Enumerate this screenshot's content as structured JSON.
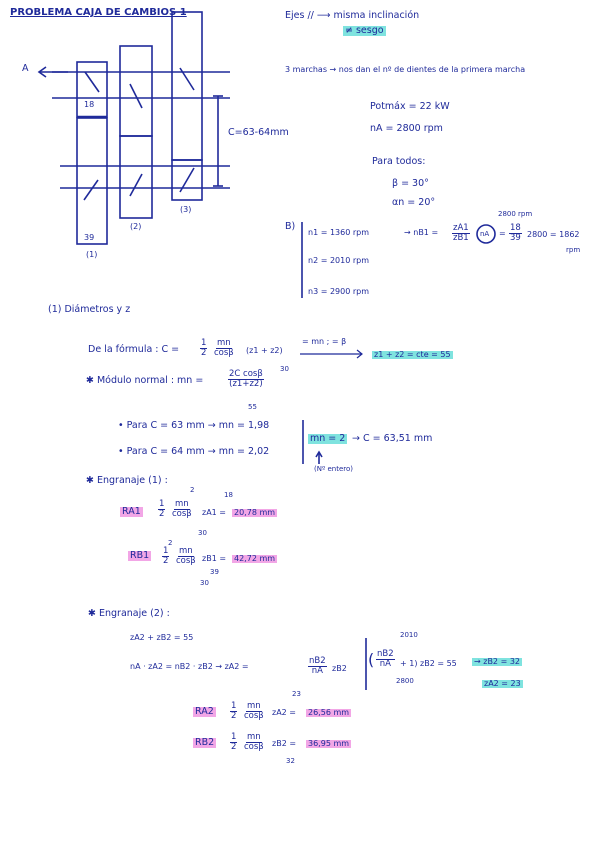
{
  "title": "PROBLEMA CAJA DE CAMBIOS 1",
  "diagram": {
    "arrow_label": "A",
    "teeth_label_top": "18",
    "teeth_label_bottom": "39",
    "gear_labels": [
      "(1)",
      "(2)",
      "(3)"
    ],
    "distance_label": "C=63-64mm"
  },
  "notes": {
    "ejes_line": "Ejes // ⟶ misma inclinación",
    "ejes_sub": "≠ sesgo",
    "marchas_line": "3 marchas → nos dan el nº de dientes de la primera marcha",
    "potmax": "Potmáx = 22 kW",
    "na": "nA = 2800 rpm",
    "paratodos": "Para todos:",
    "beta": "β = 30°",
    "alpha": "αn = 20°"
  },
  "section_b": {
    "label": "B)",
    "n1": "n1 = 1360 rpm",
    "n2": "n2 = 2010 rpm",
    "n3": "n3 = 2900 rpm",
    "above": "2800 rpm",
    "eq_prefix": "→ nB1 =",
    "z_num": "zA1",
    "z_den": "zB1",
    "na_circle": "nA",
    "eq_equals": "=",
    "f_num": "18",
    "f_den": "39",
    "eq_result": "2800 = 1862",
    "unit": "rpm"
  },
  "part1": {
    "heading": "(1) Diámetros y z",
    "formula_prefix": "De la fórmula :  C =",
    "half_num": "1",
    "half_den": "2",
    "mn_num": "mn",
    "cos_den": "cosβ",
    "formula_tail": "(z1 + z2)",
    "arrow_note": "= mn ; = β",
    "result_teal": "z1 + z2 = cte = 55",
    "modulo": "✱ Módulo normal :  mn =",
    "mod_num": "2C cosβ",
    "mod_den": "(z1+z2)",
    "mod_sup": "30",
    "mod_55": "55",
    "case1": "• Para C = 63 mm → mn = 1,98",
    "case2": "• Para C = 64 mm → mn = 2,02",
    "mn_box": "mn = 2",
    "mn_arrow": "→ C = 63,51 mm",
    "entero": "(Nº entero)"
  },
  "gear1": {
    "heading": "✱ Engranaje (1) :",
    "ra1_label": "RA1",
    "ra1_mid": "zA1 =",
    "ra1_value": "20,78 mm",
    "rb1_label": "RB1",
    "rb1_mid": "zB1 =",
    "rb1_value": "42,72 mm",
    "sup2": "2",
    "sup18": "18",
    "sub30": "30",
    "sup39": "39",
    "one": "1",
    "two": "2",
    "mn": "mn",
    "cos": "cosβ"
  },
  "gear2": {
    "heading": "✱ Engranaje (2) :",
    "sum": "zA2 + zB2 = 55",
    "ratio": "nA · zA2 = nB2 · zB2  → zA2 =",
    "nb2": "nB2",
    "na": "nA",
    "zb2": "zB2",
    "sys_num": "nB2",
    "sys_den": "nA",
    "sys_tail": "+ 1) zB2 = 55",
    "sys_result": "→ zB2 = 32",
    "sup2010": "2010",
    "sub2800": "2800",
    "za2": "zA2 = 23",
    "ra2_label": "RA2",
    "ra2_mid": "zA2 =",
    "ra2_value": "26,56 mm",
    "sup23": "23",
    "rb2_label": "RB2",
    "rb2_mid": "zB2 =",
    "rb2_value": "36,95 mm",
    "sub32": "32"
  },
  "colors": {
    "ink": "#1f2a9a",
    "teal": "#7fe3df",
    "pink": "#f2a6e6"
  }
}
